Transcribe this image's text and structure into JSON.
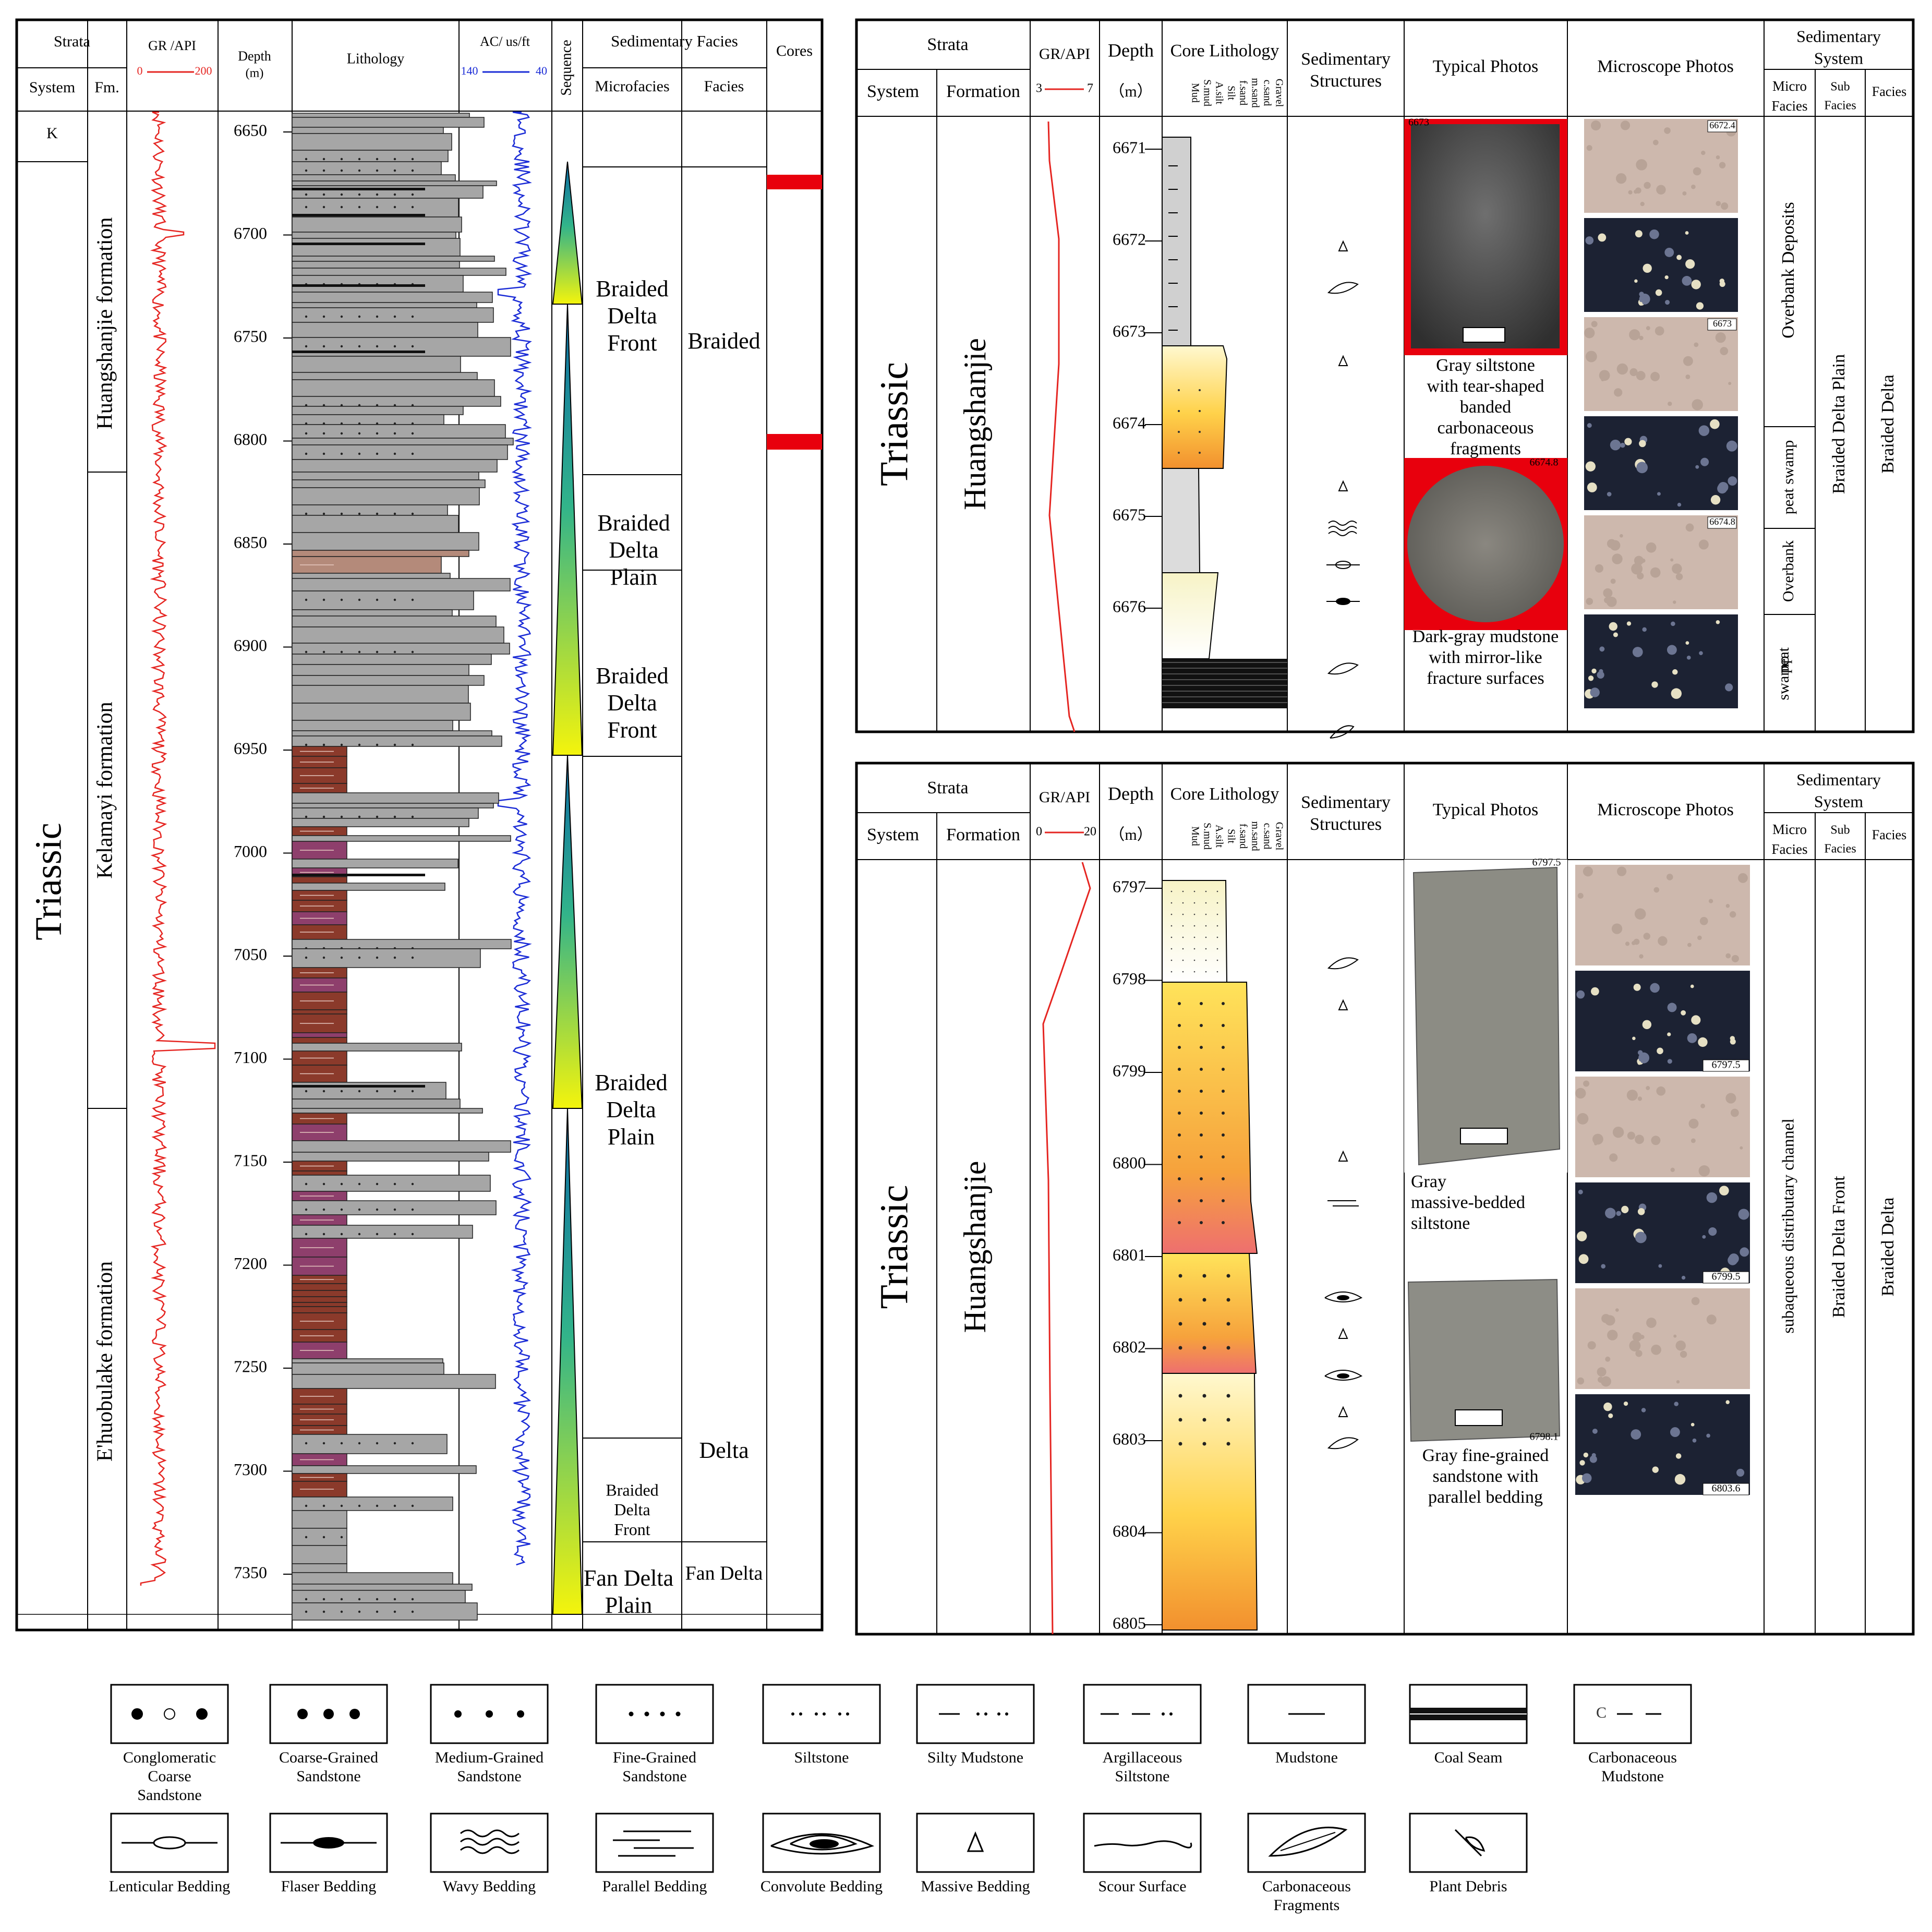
{
  "colors": {
    "gr_curve": "#e52521",
    "ac_curve": "#1a2bd6",
    "core_bar": "#e8000d",
    "gray_sand": "#a6a6a6",
    "brown_mud": "#8b3a2b",
    "purple_mud": "#8e3f6c",
    "fining_top": "#fff6c8",
    "fining_bottom": "#f08030",
    "photo_dark": "#3d3d3d",
    "micro_ppl": "#cdb8ad",
    "micro_xpl": "#1c2233"
  },
  "left": {
    "strata": "Strata",
    "system_col": "System",
    "fm_col": "Fm.",
    "gr_label": "GR /API",
    "gr_min": "0",
    "gr_max": "200",
    "depth_label": "Depth",
    "depth_unit": "(m)",
    "lithology": "Lithology",
    "ac_label": "AC/ us/ft",
    "ac_min": "140",
    "ac_max": "40",
    "sequence": "Sequence",
    "sed_facies": "Sedimentary Facies",
    "microfacies": "Microfacies",
    "facies": "Facies",
    "cores": "Cores",
    "system_k": "K",
    "system_triassic": "Triassic",
    "formations": [
      "Huangshanjie formation",
      "Kelamayi formation",
      "E'huobulake formation"
    ],
    "depth_ticks": [
      "6650",
      "6700",
      "6750",
      "6800",
      "6850",
      "6900",
      "6950",
      "7000",
      "7050",
      "7100",
      "7150",
      "7200",
      "7250",
      "7300",
      "7350"
    ],
    "microfacies_list": [
      "Braided Delta Front",
      "Braided Delta Plain",
      "Braided Delta Front",
      "Braided Delta Plain",
      "Braided Delta Front",
      "Fan Delta Plain"
    ],
    "facies_list": [
      "Braided",
      "Delta",
      "Fan Delta"
    ]
  },
  "panel_top": {
    "strata": "Strata",
    "system": "System",
    "formation": "Formation",
    "gr_label": "GR/API",
    "gr_min": "3",
    "gr_max": "7",
    "depth": "Depth",
    "depth_unit": "（m）",
    "core_lith": "Core Lithology",
    "grain_sizes": [
      "Mud",
      "S.mud",
      "A.silt",
      "Silt",
      "f.sand",
      "m.sand",
      "c.sand",
      "Gravel"
    ],
    "sed_struct": "Sedimentary Structures",
    "typical_photos": "Typical  Photos",
    "microscope": "Microscope Photos",
    "sed_system": "Sedimentary System",
    "micro_facies": "Micro Facies",
    "sub_facies": "Sub Facies",
    "facies": "Facies",
    "system_value": "Triassic",
    "formation_value": "Huangshanjie",
    "depths": [
      "6671",
      "6672",
      "6673",
      "6674",
      "6675",
      "6676"
    ],
    "photo1_label": "6673",
    "photo1_caption": "Gray siltstone with tear-shaped banded carbonaceous fragments",
    "photo2_label": "6674.8",
    "photo2_caption": "Dark-gray mudstone with mirror-like fracture surfaces",
    "micro_labels": [
      "6672.4",
      "6673",
      "6674.8"
    ],
    "microfacies": [
      "Overbank Deposits",
      "peat swamp",
      "Overbank",
      "peat swamp"
    ],
    "subfacies": "Braided Delta Plain",
    "facies_value": "Braided Delta"
  },
  "panel_bottom": {
    "strata": "Strata",
    "system": "System",
    "formation": "Formation",
    "gr_label": "GR/API",
    "gr_min": "0",
    "gr_max": "20",
    "depth": "Depth",
    "depth_unit": "（m）",
    "core_lith": "Core Lithology",
    "grain_sizes": [
      "Mud",
      "S.mud",
      "A.silt",
      "Silt",
      "f.sand",
      "m.sand",
      "c.sand",
      "Gravel"
    ],
    "sed_struct": "Sedimentary Structures",
    "typical_photos": "Typical  Photos",
    "microscope": "Microscope Photos",
    "sed_system": "Sedimentary System",
    "micro_facies": "Micro Facies",
    "sub_facies": "Sub Facies",
    "facies": "Facies",
    "system_value": "Triassic",
    "formation_value": "Huangshanjie",
    "depths": [
      "6797",
      "6798",
      "6799",
      "6800",
      "6801",
      "6802",
      "6803",
      "6804",
      "6805"
    ],
    "photo1_label": "6797.5",
    "photo1_caption": "Gray massive-bedded siltstone",
    "photo2_label": "6798.1",
    "photo2_caption": "Gray fine-grained sandstone with parallel bedding",
    "micro_labels": [
      "6797.5",
      "6799.5",
      "6803.6"
    ],
    "microfacies": "subaqueous distributary channel",
    "subfacies": "Braided Delta Front",
    "facies_value": "Braided Delta"
  },
  "legend": [
    "Conglomeratic Coarse Sandstone",
    "Coarse-Grained Sandstone",
    "Medium-Grained Sandstone",
    "Fine-Grained Sandstone",
    "Siltstone",
    "Silty Mudstone",
    "Argillaceous Siltstone",
    "Mudstone",
    "Coal Seam",
    "Carbonaceous Mudstone",
    "Lenticular Bedding",
    "Flaser Bedding",
    "Wavy Bedding",
    "Parallel Bedding",
    "Convolute Bedding",
    "Massive Bedding",
    "Scour Surface",
    "Carbonaceous Fragments",
    "Plant Debris"
  ]
}
